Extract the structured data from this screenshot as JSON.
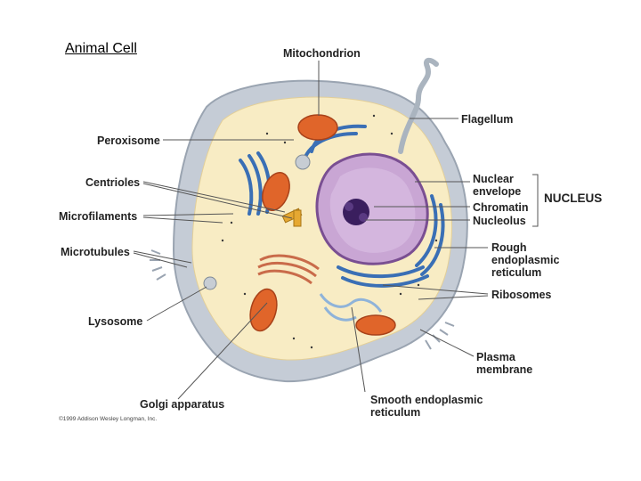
{
  "title": "Animal Cell",
  "labels": {
    "mitochondrion": "Mitochondrion",
    "flagellum": "Flagellum",
    "peroxisome": "Peroxisome",
    "centrioles": "Centrioles",
    "microfilaments": "Microfilaments",
    "microtubules": "Microtubules",
    "lysosome": "Lysosome",
    "golgi": "Golgi apparatus",
    "nuclear_envelope_1": "Nuclear",
    "nuclear_envelope_2": "envelope",
    "chromatin": "Chromatin",
    "nucleolus": "Nucleolus",
    "nucleus": "NUCLEUS",
    "rough_er_1": "Rough",
    "rough_er_2": "endoplasmic",
    "rough_er_3": "reticulum",
    "ribosomes": "Ribosomes",
    "plasma_1": "Plasma",
    "plasma_2": "membrane",
    "smooth_er_1": "Smooth endoplasmic",
    "smooth_er_2": "reticulum"
  },
  "copyright": "©1999 Addison Wesley Longman, Inc.",
  "colors": {
    "cytoplasm": "#f8ecc4",
    "membrane": "#b9c3cf",
    "nucleus": "#b78fc4",
    "er": "#3a6fb5",
    "mitochondria": "#e0652a",
    "leader": "#555555"
  }
}
